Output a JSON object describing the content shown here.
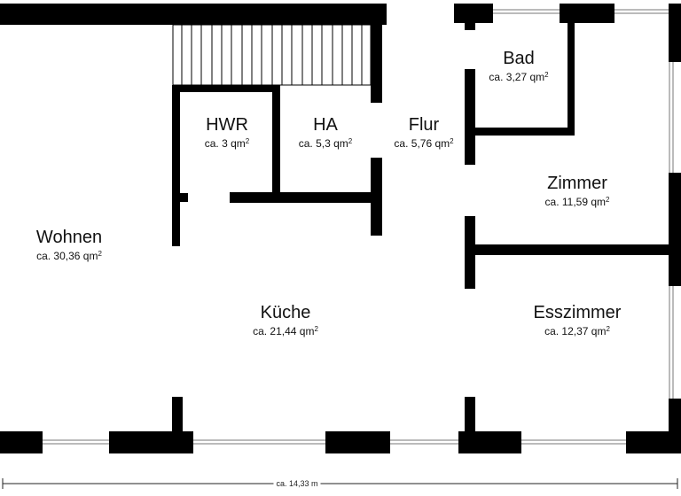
{
  "rooms": [
    {
      "id": "wohnen",
      "name": "Wohnen",
      "area": "ca. 30,36 qm",
      "exp": "2"
    },
    {
      "id": "hwr",
      "name": "HWR",
      "area": "ca. 3 qm",
      "exp": "2"
    },
    {
      "id": "ha",
      "name": "HA",
      "area": "ca. 5,3 qm",
      "exp": "2"
    },
    {
      "id": "flur",
      "name": "Flur",
      "area": "ca. 5,76 qm",
      "exp": "2"
    },
    {
      "id": "bad",
      "name": "Bad",
      "area": "ca. 3,27 qm",
      "exp": "2"
    },
    {
      "id": "zimmer",
      "name": "Zimmer",
      "area": "ca. 11,59 qm",
      "exp": "2"
    },
    {
      "id": "kueche",
      "name": "Küche",
      "area": "ca. 21,44 qm",
      "exp": "2"
    },
    {
      "id": "esszimmer",
      "name": "Esszimmer",
      "area": "ca. 12,37 qm",
      "exp": "2"
    }
  ],
  "dimension": {
    "label": "ca. 14,33 m"
  },
  "colors": {
    "wall": "#000000",
    "window": "#777777",
    "background": "#ffffff"
  }
}
